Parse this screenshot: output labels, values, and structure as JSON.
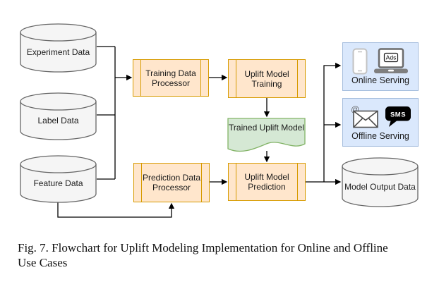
{
  "colors": {
    "process_fill": "#ffe6cc",
    "process_stroke": "#d79b00",
    "artifact_fill": "#d5e8d4",
    "artifact_stroke": "#82b366",
    "serving_fill": "#dae8fc",
    "serving_stroke": "#a3bcdc",
    "datastore_fill": "#f5f5f5",
    "datastore_stroke": "#666666",
    "connector": "#000000",
    "sms_bubble": "#000000"
  },
  "datastores": {
    "experiment": "Experiment Data",
    "label": "Label Data",
    "feature": "Feature Data",
    "model_output": "Model Output Data"
  },
  "processes": {
    "training_processor": {
      "line1": "Training Data",
      "line2": "Processor"
    },
    "model_training": {
      "line1": "Uplift Model",
      "line2": "Training"
    },
    "prediction_processor": {
      "line1": "Prediction Data",
      "line2": "Processor"
    },
    "model_prediction": {
      "line1": "Uplift Model",
      "line2": "Prediction"
    }
  },
  "artifact": {
    "trained_model": "Trained Uplift Model"
  },
  "serving": {
    "online": {
      "label": "Online Serving",
      "icons": [
        "smartphone-icon",
        "laptop-ads-icon"
      ],
      "ads_label": "Ads"
    },
    "offline": {
      "label": "Offline Serving",
      "icons": [
        "email-icon",
        "sms-icon"
      ],
      "at_symbol": "@",
      "sms_label": "SMS"
    }
  },
  "caption": {
    "line1": "Fig. 7.  Flowchart for Uplift Modeling Implementation for Online and Offline",
    "line2": "Use Cases"
  }
}
